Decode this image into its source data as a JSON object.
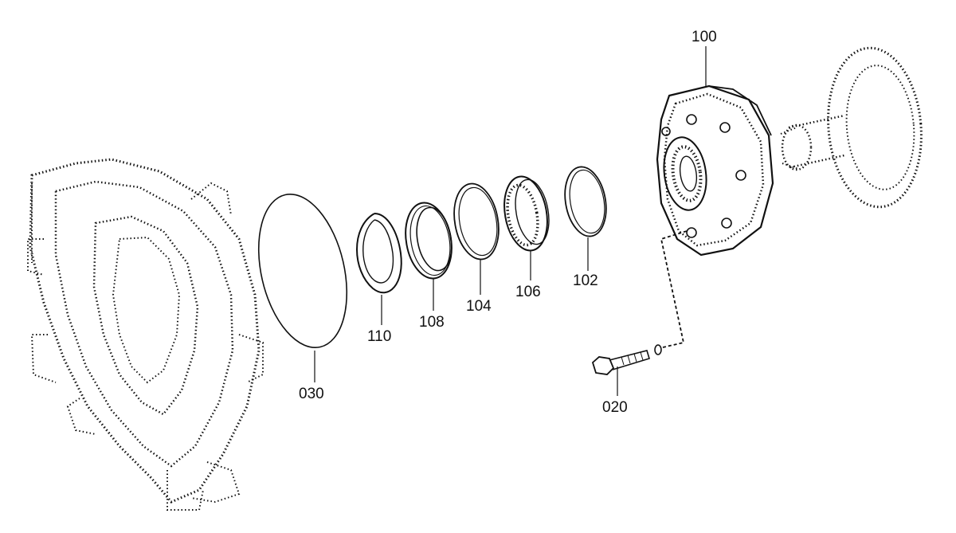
{
  "diagram": {
    "parts": [
      {
        "id": "100",
        "label": "100"
      },
      {
        "id": "102",
        "label": "102"
      },
      {
        "id": "104",
        "label": "104"
      },
      {
        "id": "106",
        "label": "106"
      },
      {
        "id": "108",
        "label": "108"
      },
      {
        "id": "110",
        "label": "110"
      },
      {
        "id": "030",
        "label": "030"
      },
      {
        "id": "020",
        "label": "020"
      }
    ],
    "colors": {
      "ink": "#111111",
      "background": "#ffffff"
    }
  }
}
